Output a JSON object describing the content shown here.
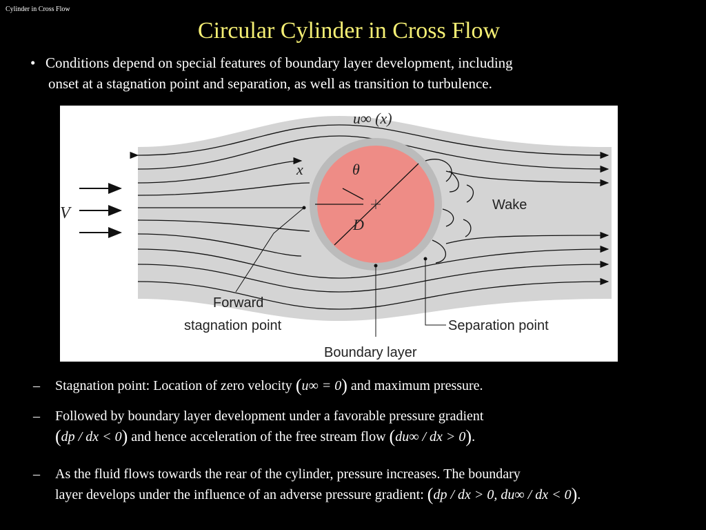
{
  "header": {
    "corner_label": "Cylinder in Cross Flow",
    "title": "Circular Cylinder in Cross Flow"
  },
  "bullet": {
    "line1": "Conditions depend on special features of boundary layer development, including",
    "line2": "onset at a stagnation point and separation, as well as transition to turbulence."
  },
  "diagram": {
    "labels": {
      "velocity_fn": "u∞ (x)",
      "x": "x",
      "theta": "θ",
      "diameter": "D",
      "v": "V",
      "wake": "Wake",
      "forward_1": "Forward",
      "forward_2": "stagnation point",
      "boundary_layer": "Boundary layer",
      "separation": "Separation point"
    },
    "colors": {
      "flow": "#d4d4d4",
      "cylinder": "#ee8c86",
      "boundary": "#bbbbbb"
    }
  },
  "subs": [
    {
      "dash": "–",
      "text_a": "Stagnation point:  Location of zero velocity ",
      "math_a": "u∞ = 0",
      "text_b": " and maximum pressure."
    },
    {
      "dash": "–",
      "line1": "Followed by boundary layer development under a favorable pressure gradient",
      "math_a": "dp / dx < 0",
      "text_b": " and hence acceleration of the free stream flow ",
      "math_b": "du∞ / dx > 0",
      "end": "."
    },
    {
      "dash": "–",
      "line1": "As the fluid flows towards the rear of the cylinder, pressure increases.  The boundary",
      "line2": "layer develops under the influence of an adverse pressure gradient: ",
      "math_a": "dp / dx > 0, du∞ / dx < 0",
      "end": "."
    }
  ]
}
